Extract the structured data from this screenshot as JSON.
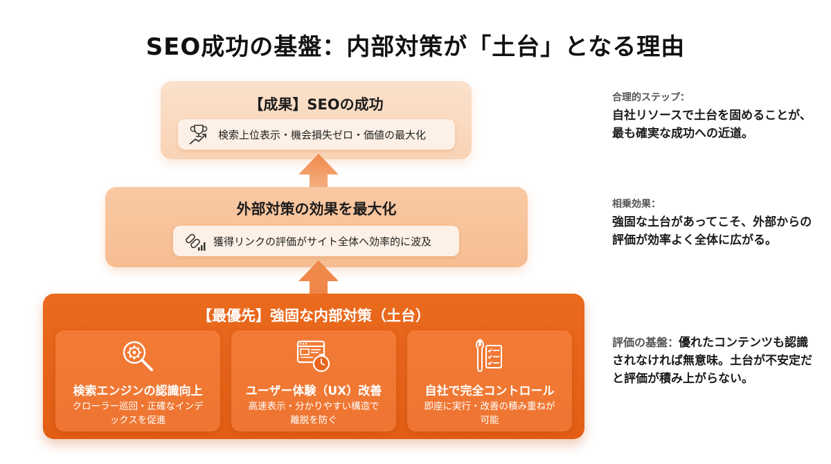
{
  "title": "SEO成功の基盤：内部対策が「土台」となる理由",
  "tiers": {
    "top": {
      "heading": "【成果】SEOの成功",
      "pill_text": "検索上位表示・機会損失ゼロ・価値の最大化",
      "icon": "trophy-growth-icon"
    },
    "middle": {
      "heading": "外部対策の効果を最大化",
      "pill_text": "獲得リンクの評価がサイト全体へ効率的に波及",
      "icon": "link-chart-icon"
    },
    "bottom": {
      "heading": "【最優先】強固な内部対策（土台）",
      "cards": [
        {
          "title": "検索エンジンの認識向上",
          "desc": "クローラー巡回・正確なインデックスを促進",
          "icon": "search-gear-icon"
        },
        {
          "title": "ユーザー体験（UX）改善",
          "desc": "高速表示・分かりやすい構造で離脱を防ぐ",
          "icon": "browser-timer-icon"
        },
        {
          "title": "自社で完全コントロール",
          "desc": "即座に実行・改善の積み重ねが可能",
          "icon": "wrench-checklist-icon"
        }
      ]
    }
  },
  "notes": {
    "note1": {
      "label": "合理的ステップ：",
      "text": "自社リソースで土台を固めることが、最も確実な成功への近道。"
    },
    "note2": {
      "label": "相乗効果：",
      "text": "強固な土台があってこそ、外部からの評価が効率よく全体に広がる。"
    },
    "note3": {
      "label": "評価の基盤：",
      "text": "優れたコンテンツも認識されなければ無意味。土台が不安定だと評価が積み上がらない。"
    }
  },
  "colors": {
    "accent": "#e8661c",
    "tier1": "#fbdcc4",
    "tier2": "#f8c49c",
    "tier3": "#e8661c"
  }
}
